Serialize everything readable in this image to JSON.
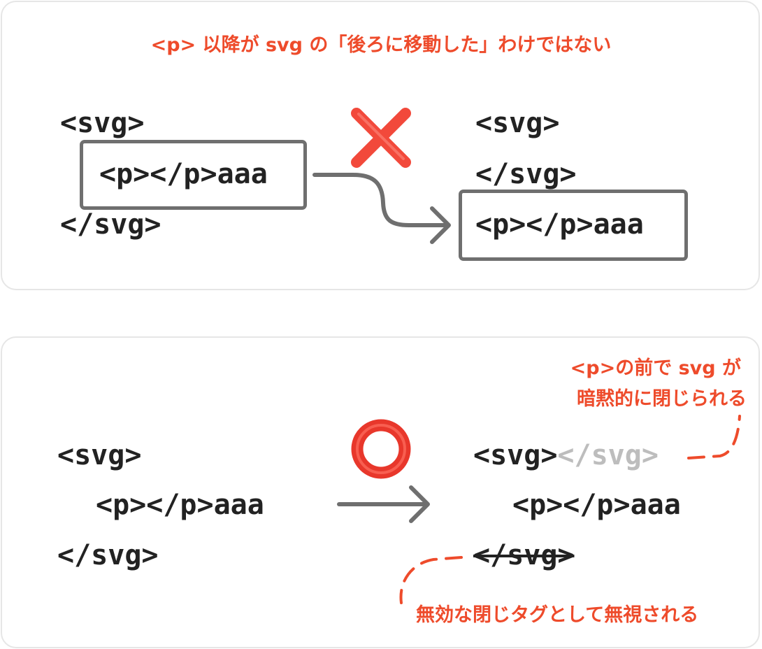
{
  "colors": {
    "accent": "#ee4b2b",
    "code": "#222222",
    "arrow": "#6f6f6f",
    "muted": "#bdbdbd"
  },
  "top": {
    "heading": "<p> 以降が svg の「後ろに移動した」わけではない",
    "left_code": {
      "open": "<svg>",
      "inner": "<p></p>aaa",
      "close": "</svg>"
    },
    "right_code": {
      "open": "<svg>",
      "close": "</svg>",
      "inner": "<p></p>aaa"
    },
    "mark_icon": "cross-mark-icon"
  },
  "bottom": {
    "left_code": {
      "open": "<svg>",
      "inner": "<p></p>aaa",
      "close": "</svg>"
    },
    "right_code": {
      "open": "<svg>",
      "implied_close": "</svg>",
      "inner": "<p></p>aaa",
      "ignored_close": "</svg>"
    },
    "mark_icon": "circle-mark-icon",
    "note_top_line1": "<p>の前で svg が",
    "note_top_line2": "暗黙的に閉じられる",
    "note_bottom": "無効な閉じタグとして無視される"
  }
}
